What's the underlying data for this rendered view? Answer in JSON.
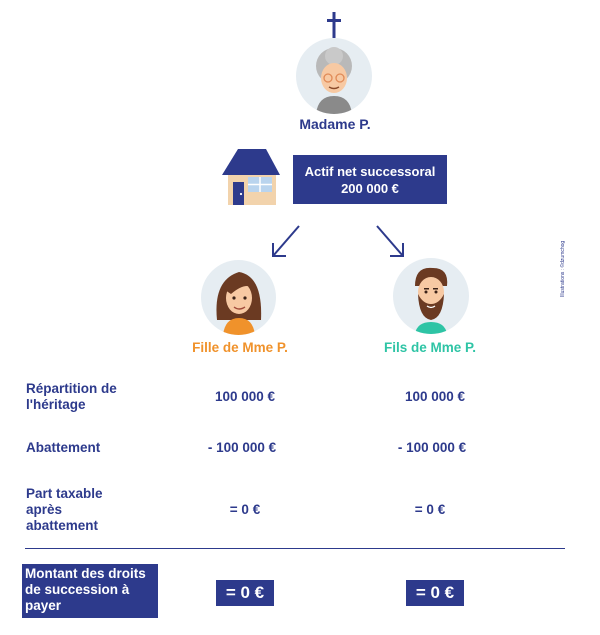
{
  "deceased": {
    "name": "Madame P."
  },
  "estate": {
    "line1": "Actif net successoral",
    "line2": "200 000 €"
  },
  "heirs": {
    "daughter": {
      "name": "Fille de Mme P.",
      "color": "#f0922b"
    },
    "son": {
      "name": "Fils de Mme P.",
      "color": "#2ec4a5"
    }
  },
  "credit": "Illustrations : ©dzumchog",
  "rows": {
    "repartition": {
      "label": "Répartition de l'héritage",
      "daughter": "100 000 €",
      "son": "100 000 €"
    },
    "abattement": {
      "label": "Abattement",
      "daughter": "- 100 000 €",
      "son": "- 100 000 €"
    },
    "part_taxable": {
      "label": "Part taxable après abattement",
      "daughter": "= 0 €",
      "son": "= 0 €"
    },
    "montant": {
      "label": "Montant des droits de succession à payer",
      "daughter": "= 0 €",
      "son": "= 0 €"
    }
  },
  "colors": {
    "primary": "#2d3a8c",
    "avatar_bg": "#e6edf2"
  },
  "icons": [
    "cross-icon",
    "house-icon",
    "arrow-down-left-icon",
    "arrow-down-right-icon"
  ]
}
